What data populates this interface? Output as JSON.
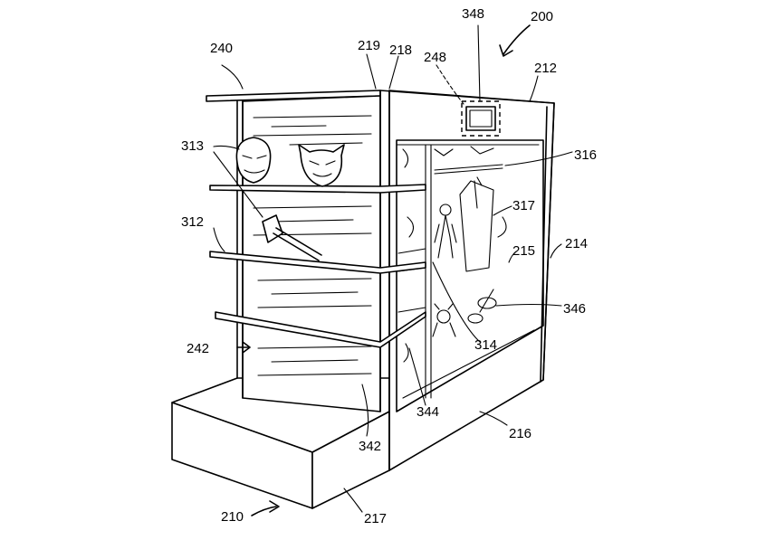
{
  "figure": {
    "labels": {
      "l200": "200",
      "l210": "210",
      "l212": "212",
      "l214": "214",
      "l215": "215",
      "l216": "216",
      "l217": "217",
      "l218": "218",
      "l219": "219",
      "l240": "240",
      "l242": "242",
      "l248": "248",
      "l312": "312",
      "l313": "313",
      "l314": "314",
      "l316": "316",
      "l317": "317",
      "l342": "342",
      "l344": "344",
      "l346": "346",
      "l348": "348"
    }
  }
}
